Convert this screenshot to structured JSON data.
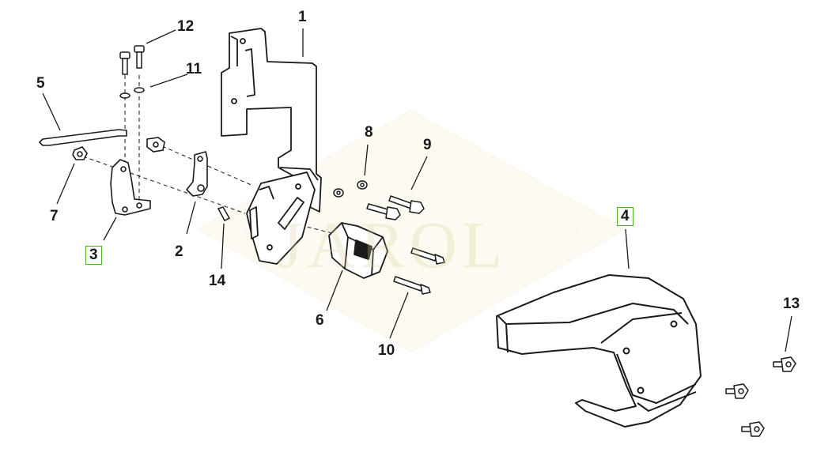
{
  "watermark": "JAROL",
  "colors": {
    "callout_highlight": "#4caf22",
    "line": "#1a1a1a",
    "watermark": "#d6ce96"
  },
  "callouts": {
    "c1": "1",
    "c2": "2",
    "c3": "3",
    "c4": "4",
    "c5": "5",
    "c6": "6",
    "c7": "7",
    "c8": "8",
    "c9": "9",
    "c10": "10",
    "c11": "11",
    "c12": "12",
    "c13": "13",
    "c14": "14"
  },
  "highlighted_callouts": [
    "3",
    "4"
  ]
}
